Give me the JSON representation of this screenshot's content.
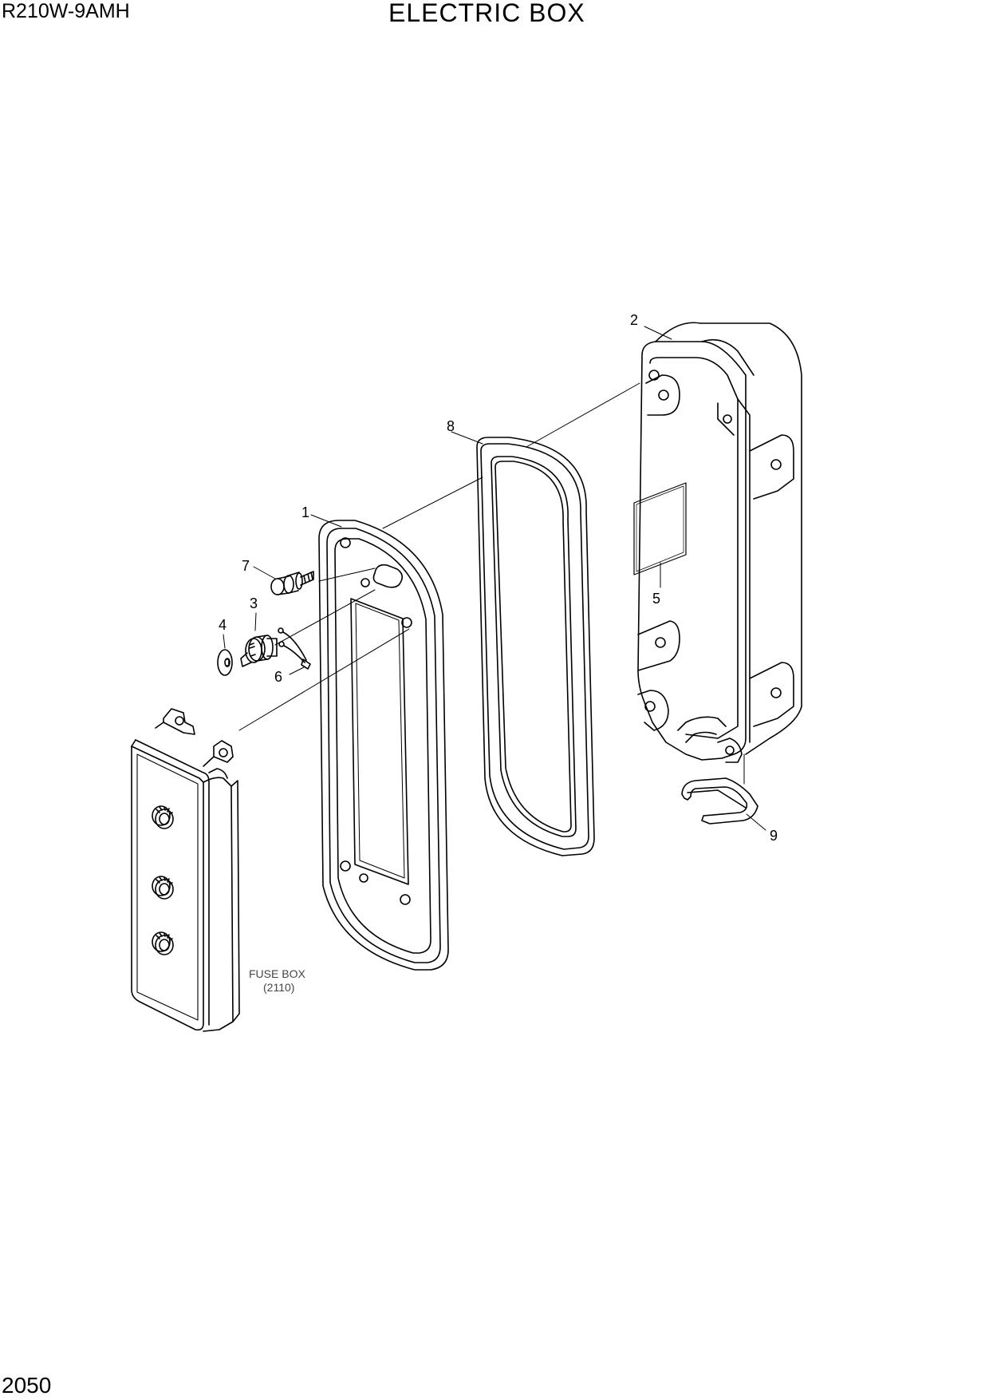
{
  "header": {
    "model": "R210W-9AMH",
    "title": "ELECTRIC BOX"
  },
  "footer": {
    "page_number": "2050"
  },
  "callouts": {
    "c1": "1",
    "c2": "2",
    "c3": "3",
    "c4": "4",
    "c5": "5",
    "c6": "6",
    "c7": "7",
    "c8": "8",
    "c9": "9"
  },
  "reference": {
    "name": "FUSE BOX",
    "code": "(2110)"
  }
}
